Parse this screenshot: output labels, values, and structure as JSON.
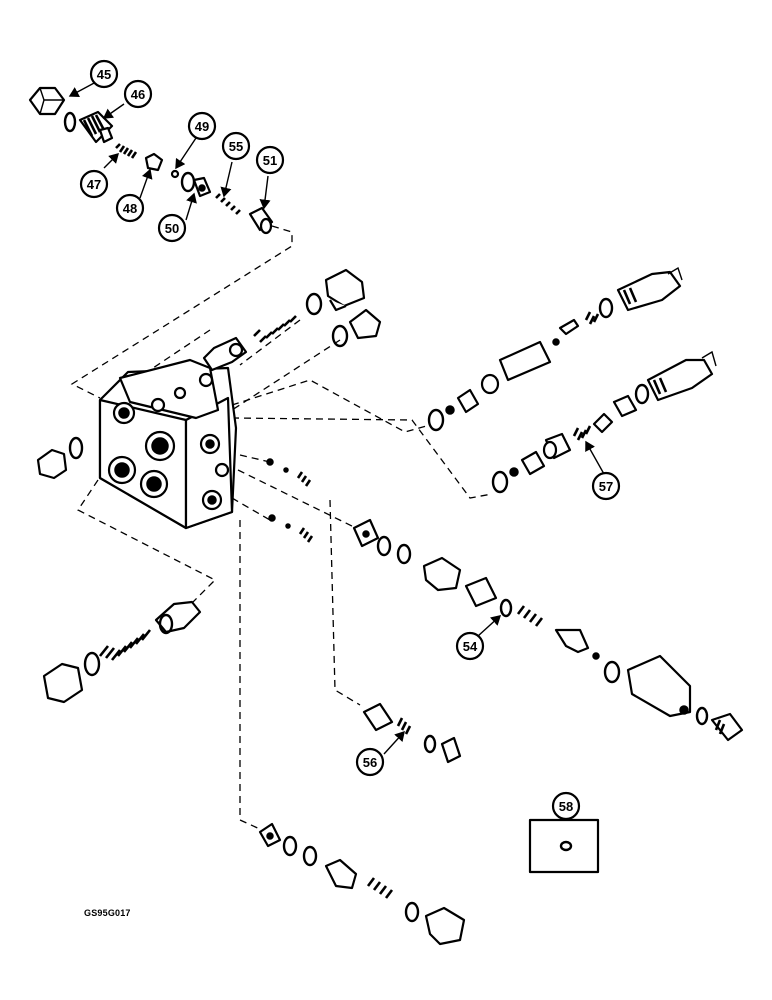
{
  "figure_code": "GS95G017",
  "callouts": [
    {
      "label": "45"
    },
    {
      "label": "46"
    },
    {
      "label": "47"
    },
    {
      "label": "48"
    },
    {
      "label": "49"
    },
    {
      "label": "55"
    },
    {
      "label": "51"
    },
    {
      "label": "50"
    },
    {
      "label": "57"
    },
    {
      "label": "54"
    },
    {
      "label": "56"
    },
    {
      "label": "58"
    }
  ]
}
